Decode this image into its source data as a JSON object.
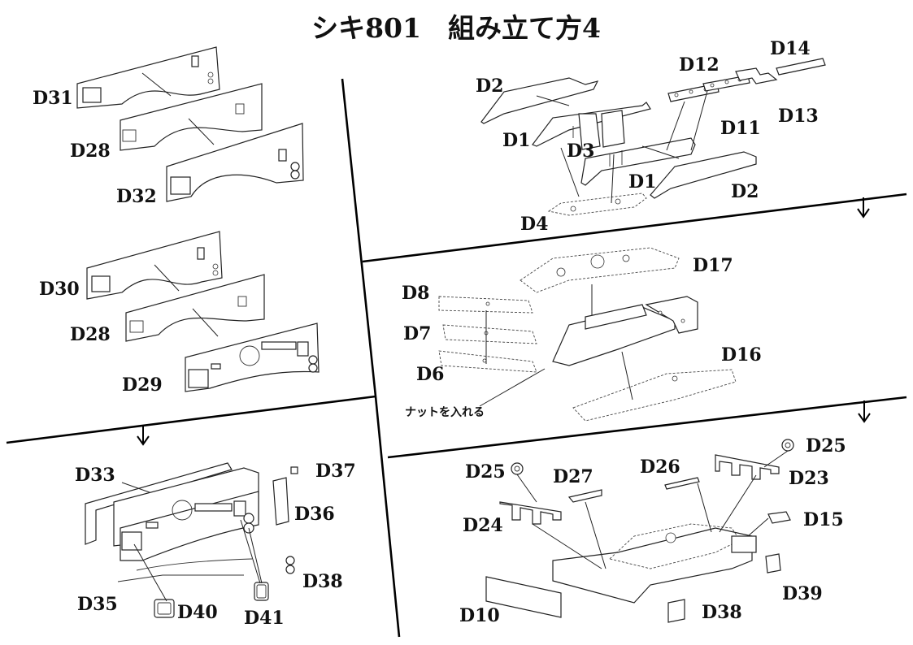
{
  "title": "シキ801　組み立て方4",
  "labels": {
    "d31": "D31",
    "d28a": "D28",
    "d32": "D32",
    "d30": "D30",
    "d28b": "D28",
    "d29": "D29",
    "d33": "D33",
    "d37": "D37",
    "d36": "D36",
    "d38a": "D38",
    "d35": "D35",
    "d40": "D40",
    "d41": "D41",
    "d2a": "D2",
    "d12": "D12",
    "d14": "D14",
    "d13": "D13",
    "d11": "D11",
    "d1a": "D1",
    "d3": "D3",
    "d1b": "D1",
    "d2b": "D2",
    "d4": "D4",
    "d17": "D17",
    "d8": "D8",
    "d7": "D7",
    "d6": "D6",
    "d16": "D16",
    "d25a": "D25",
    "d25b": "D25",
    "d27": "D27",
    "d26": "D26",
    "d23": "D23",
    "d24": "D24",
    "d15": "D15",
    "d39": "D39",
    "d10": "D10",
    "d38b": "D38"
  },
  "note": "ナットを入れる"
}
